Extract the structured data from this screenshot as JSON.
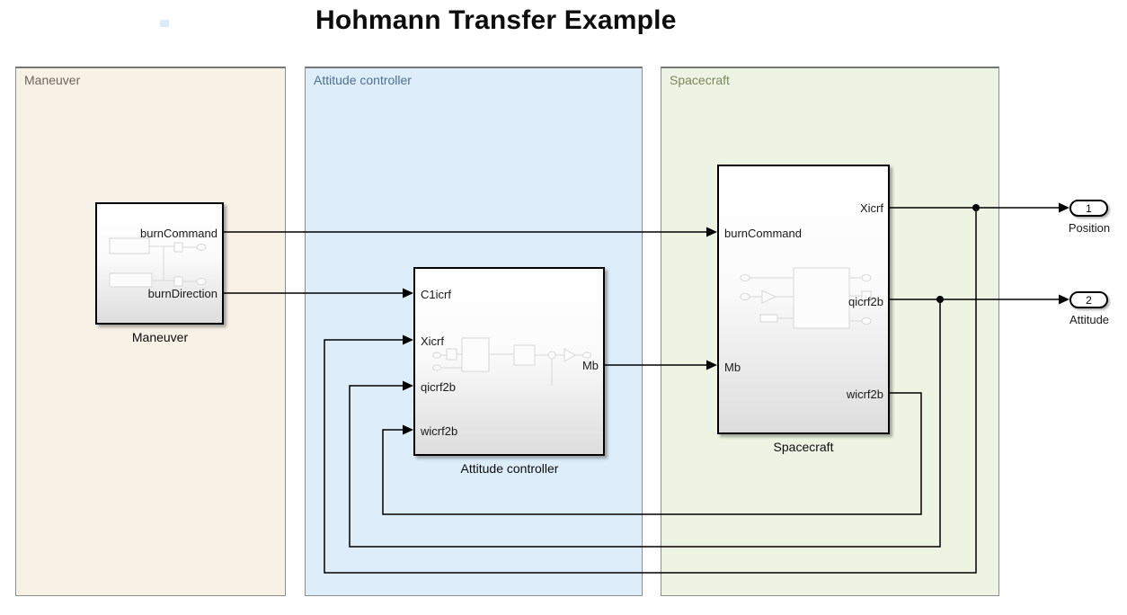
{
  "title": "Hohmann Transfer Example",
  "areas": {
    "maneuver": {
      "label": "Maneuver"
    },
    "attitude_controller": {
      "label": "Attitude controller"
    },
    "spacecraft": {
      "label": "Spacecraft"
    }
  },
  "blocks": {
    "maneuver": {
      "caption": "Maneuver",
      "outputs": [
        "burnCommand",
        "burnDirection"
      ]
    },
    "attitude_controller": {
      "caption": "Attitude controller",
      "inputs": [
        "C1icrf",
        "Xicrf",
        "qicrf2b",
        "wicrf2b"
      ],
      "outputs": [
        "Mb"
      ]
    },
    "spacecraft": {
      "caption": "Spacecraft",
      "inputs": [
        "burnCommand",
        "Mb"
      ],
      "outputs": [
        "Xicrf",
        "qicrf2b",
        "wicrf2b"
      ]
    }
  },
  "outports": [
    {
      "number": "1",
      "label": "Position"
    },
    {
      "number": "2",
      "label": "Attitude"
    }
  ],
  "colors": {
    "maneuver_area_bg": "#f7f1e6",
    "maneuver_area_text": "#6d685f",
    "attitude_area_bg": "#ddedf9",
    "attitude_area_text": "#4e7191",
    "spacecraft_area_bg": "#eef4e3",
    "spacecraft_area_text": "#79885f",
    "area_border": "#8e8e8e",
    "wire": "#000000",
    "block_border": "#000000"
  }
}
